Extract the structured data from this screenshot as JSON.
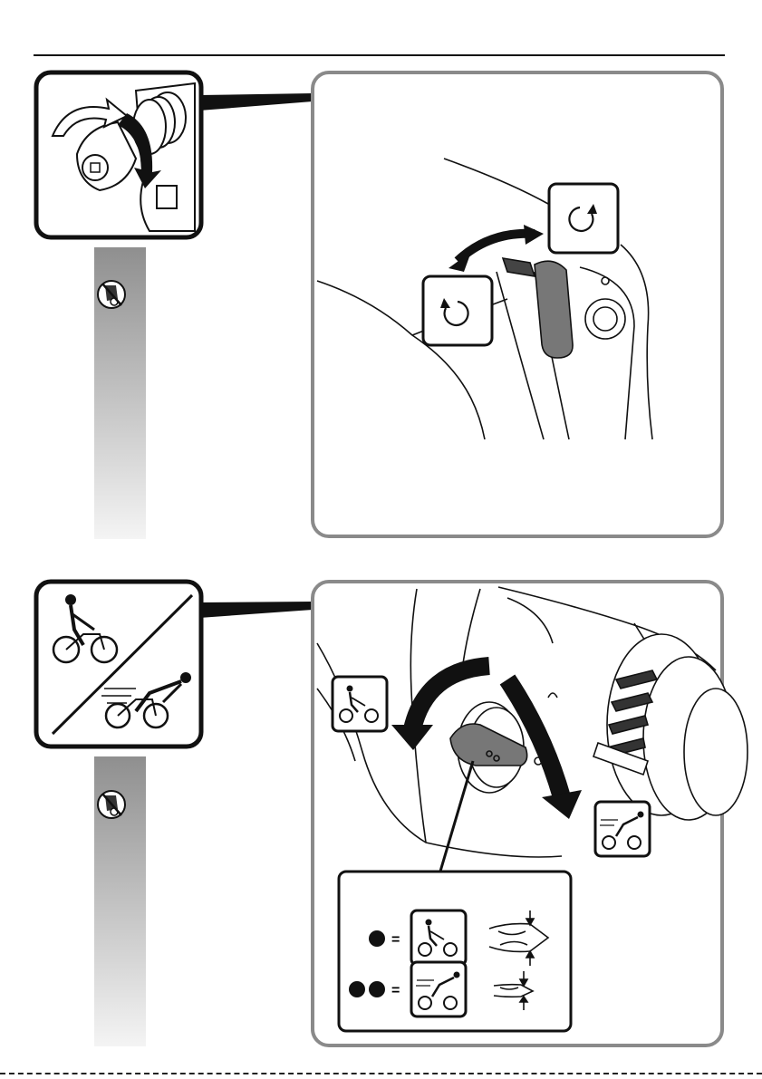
{
  "header": {
    "rule": "top-rule"
  },
  "section1": {
    "thumbnail_icon": "chuck-rotate-icon",
    "warning_icon": "no-hammer-switch-icon",
    "panel": {
      "forward_icon": "rotation-clockwise-icon",
      "reverse_icon": "rotation-counterclockwise-icon",
      "illustration": "direction-switch-drawing"
    }
  },
  "section2": {
    "thumbnail_icon": "gear-speed-cyclists-icon",
    "warning_icon": "no-hammer-switch-icon",
    "panel": {
      "slow_icon": "slow-cyclist-icon",
      "fast_icon": "fast-cyclist-icon",
      "illustration": "gear-selector-drawing",
      "legend": {
        "rows": [
          {
            "dots": 1,
            "symbol": "=",
            "speed_icon": "slow-cyclist-icon",
            "bit_icon": "large-drill-bit-icon"
          },
          {
            "dots": 2,
            "symbol": "=",
            "speed_icon": "fast-cyclist-icon",
            "bit_icon": "small-drill-bit-icon"
          }
        ]
      }
    }
  },
  "colors": {
    "frame": "#111111",
    "panel_border": "#8a8a8a",
    "gradient_top": "#8f8f8f",
    "gradient_bottom": "#f4f4f4",
    "switch_fill": "#777777"
  }
}
